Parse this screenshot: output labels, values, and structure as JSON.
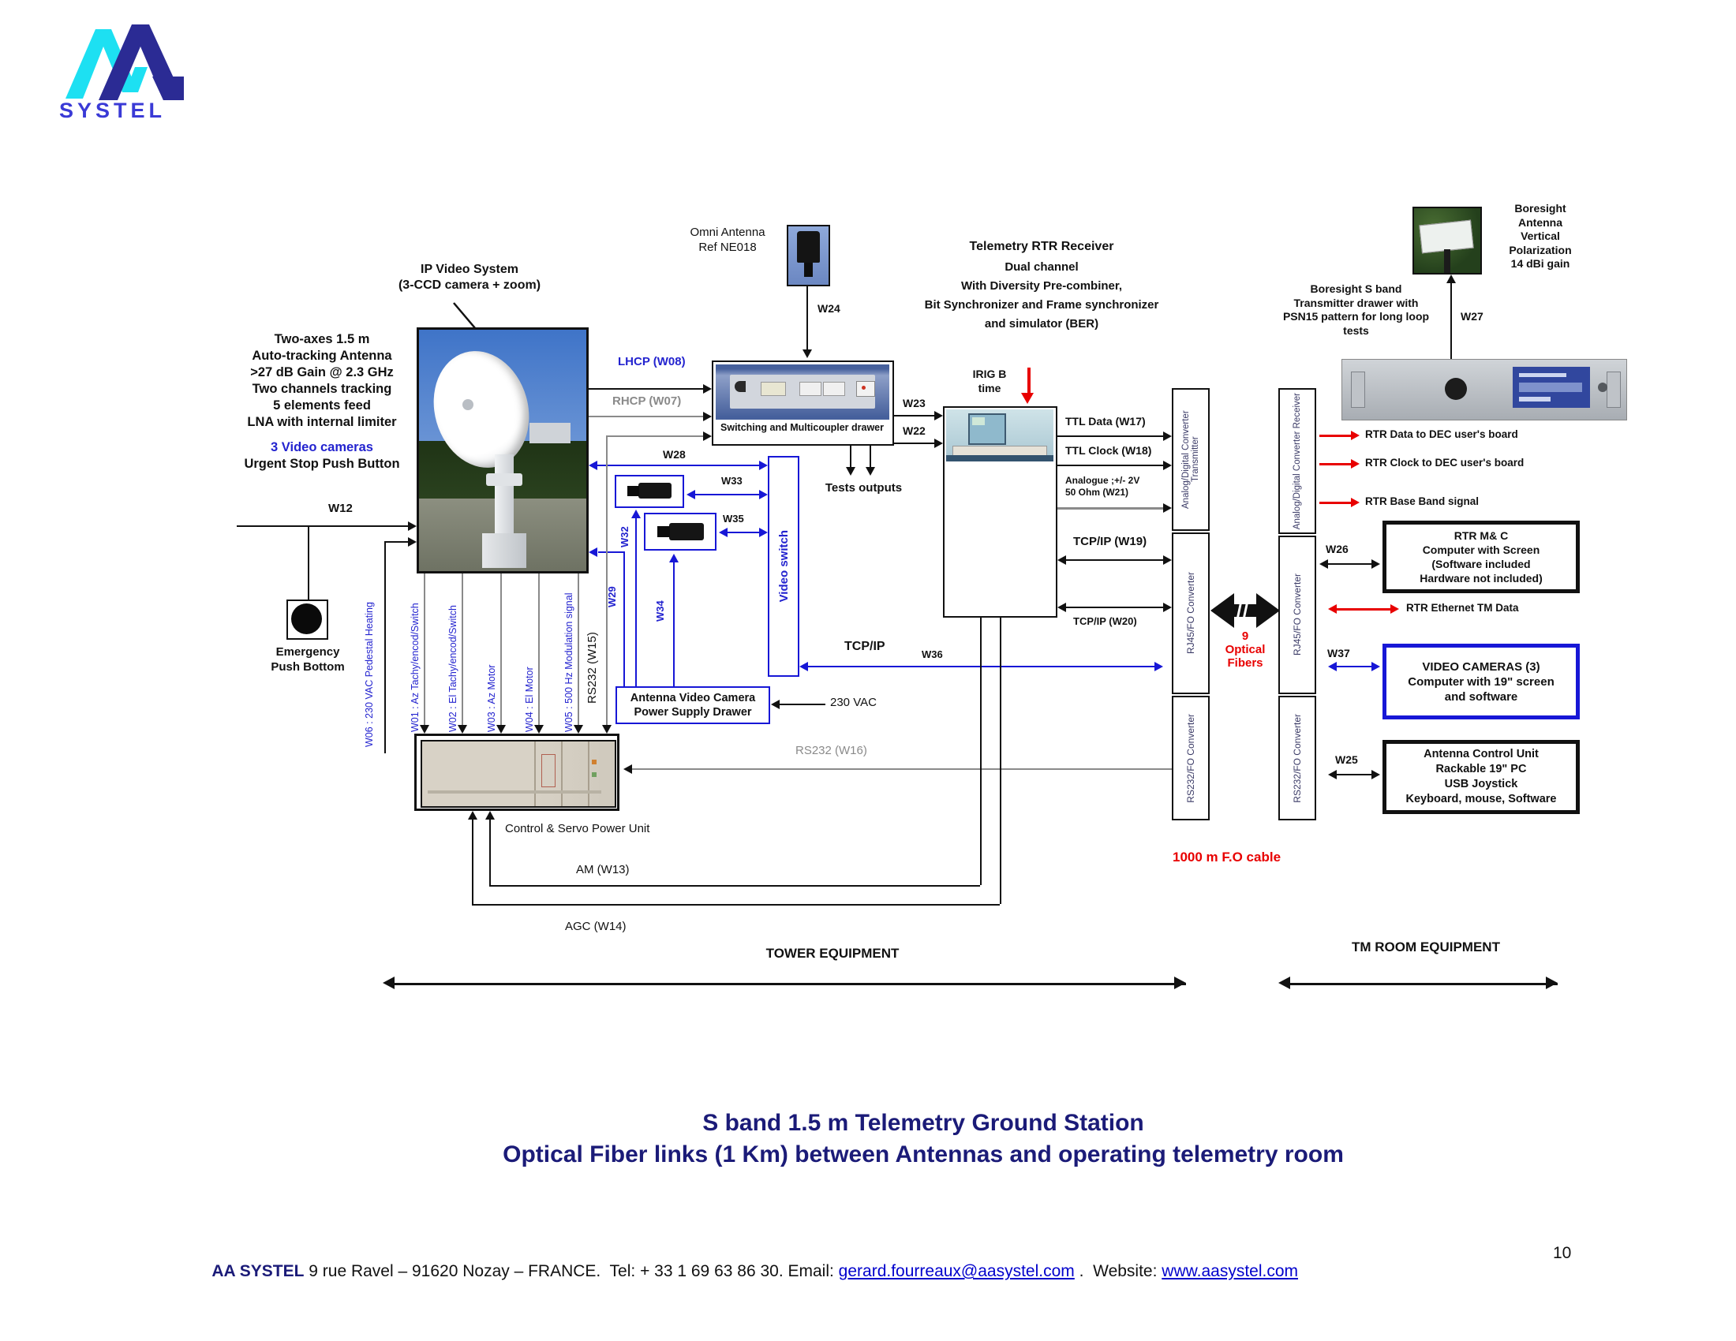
{
  "logo": {
    "brand": "SYSTEL"
  },
  "antenna": {
    "ip_video": "IP Video System\n(3-CCD camera + zoom)",
    "specs": "Two-axes 1.5 m\nAuto-tracking Antenna\n>27 dB Gain @ 2.3 GHz\nTwo channels tracking\n5 elements feed\nLNA with internal limiter",
    "video_cameras": "3 Video cameras",
    "urgent_stop": "Urgent Stop Push Button",
    "emergency": "Emergency\nPush Bottom"
  },
  "omni": {
    "label": "Omni Antenna\nRef NE018"
  },
  "drawer": {
    "caption": "Switching and Multicoupler drawer",
    "tests": "Tests outputs"
  },
  "rtr": {
    "title": "Telemetry RTR Receiver",
    "desc": "Dual channel\nWith Diversity Pre-combiner,\nBit Synchronizer and Frame synchronizer\nand simulator (BER)",
    "irig": "IRIG B\ntime"
  },
  "signals": {
    "lhcp": "LHCP (W08)",
    "rhcp": "RHCP (W07)",
    "ttl_data": "TTL Data (W17)",
    "ttl_clock": "TTL Clock (W18)",
    "analogue": "Analogue ;+/- 2V\n50 Ohm (W21)",
    "tcpip19": "TCP/IP (W19)",
    "tcpip20": "TCP/IP (W20)",
    "tcpip": "TCP/IP",
    "vac": "230 VAC",
    "rs232_w15": "RS232 (W15)",
    "rs232_w16": "RS232 (W16)",
    "am": "AM (W13)",
    "agc": "AGC (W14)"
  },
  "wires": {
    "w12": "W12",
    "w22": "W22",
    "w23": "W23",
    "w24": "W24",
    "w25": "W25",
    "w26": "W26",
    "w27": "W27",
    "w28": "W28",
    "w29": "W29",
    "w32": "W32",
    "w33": "W33",
    "w34": "W34",
    "w35": "W35",
    "w36": "W36",
    "w37": "W37",
    "w01": "W01 : Az Tachy/encod/Switch",
    "w02": "W02 : El Tachy/encod/Switch",
    "w03": "W03 : Az Motor",
    "w04": "W04 : El Motor",
    "w05": "W05 : 500 Hz Modulation signal",
    "w06": "W06 : 230 VAC Pedestal Heating"
  },
  "video": {
    "switch": "Video switch",
    "psu": "Antenna Video Camera\nPower Supply Drawer"
  },
  "converters": {
    "adc_tx": "Analog/Digital Converter\nTransmitter",
    "adc_rx": "Analog/Digital Converter\nReceiver",
    "rj45": "RJ45/FO Converter",
    "rs232": "RS232/FO\nConverter",
    "fibers": "9\nOptical\nFibers",
    "fo_cable": "1000 m F.O cable"
  },
  "tm": {
    "rtr_data": "RTR Data to DEC user's board",
    "rtr_clock": "RTR Clock to DEC user's board",
    "rtr_bb": "RTR Base Band signal",
    "rtr_eth": "RTR Ethernet TM Data",
    "mc_box": "RTR M& C\nComputer with Screen\n(Software included\nHardware not included)",
    "cam_box": "VIDEO CAMERAS (3)\nComputer with 19\" screen\nand software",
    "acu_box": "Antenna Control Unit\nRackable 19\" PC\nUSB Joystick\nKeyboard, mouse, Software"
  },
  "boresight": {
    "ant": "Boresight\nAntenna\nVertical\nPolarization\n14 dBi gain",
    "tx": "Boresight S band\nTransmitter drawer with\nPSN15 pattern for long loop\ntests"
  },
  "csu": {
    "caption": "Control & Servo Power Unit"
  },
  "sections": {
    "tower": "TOWER EQUIPMENT",
    "tmroom": "TM ROOM EQUIPMENT"
  },
  "title": {
    "line1": "S band 1.5 m Telemetry Ground Station",
    "line2": "Optical Fiber links (1 Km) between Antennas and operating telemetry room"
  },
  "footer": {
    "brand": "AA SYSTEL",
    "address": " 9 rue Ravel – 91620 Nozay – FRANCE.  Tel: + 33 1 69 63 86 30. Email: ",
    "email": "gerard.fourreaux@aasystel.com",
    "sep": " .  Website: ",
    "site": "www.aasystel.com",
    "page": "10"
  }
}
